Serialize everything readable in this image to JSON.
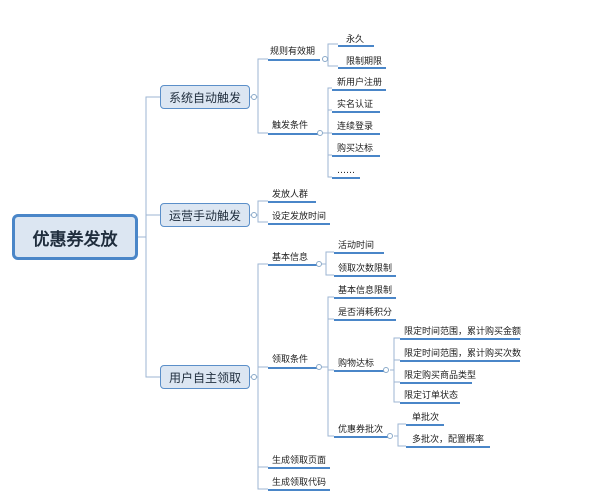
{
  "root": {
    "label": "优惠券发放"
  },
  "branches": {
    "auto": {
      "label": "系统自动触发",
      "validity": {
        "label": "规则有效期",
        "permanent": "永久",
        "limited": "限制期限"
      },
      "trigger": {
        "label": "触发条件",
        "items": [
          "新用户注册",
          "实名认证",
          "连续登录",
          "购买达标",
          "……"
        ]
      }
    },
    "manual": {
      "label": "运营手动触发",
      "items": [
        "发放人群",
        "设定发放时间"
      ]
    },
    "self": {
      "label": "用户自主领取",
      "basic": {
        "label": "基本信息",
        "items": [
          "活动时间",
          "领取次数限制"
        ]
      },
      "conditions": {
        "label": "领取条件",
        "basic_limit": "基本信息限制",
        "points": "是否消耗积分",
        "purchase": {
          "label": "购物达标",
          "items": [
            "限定时间范围，累计购买金额",
            "限定时间范围，累计购买次数",
            "限定购买商品类型",
            "限定订单状态"
          ]
        },
        "batch": {
          "label": "优惠券批次",
          "items": [
            "单批次",
            "多批次，配置概率"
          ]
        }
      },
      "page": "生成领取页面",
      "code": "生成领取代码"
    }
  },
  "colors": {
    "accent": "#4a86c8",
    "box_fill": "#dce6f2",
    "connector": "#9db6d3"
  }
}
